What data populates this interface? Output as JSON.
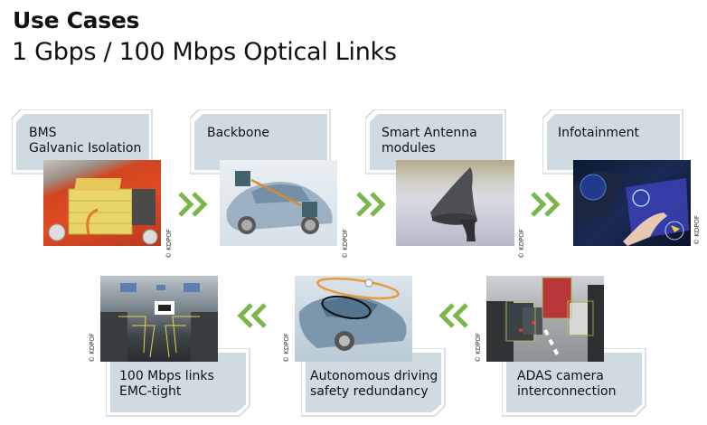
{
  "header": {
    "title": "Use Cases",
    "subtitle": "1 Gbps / 100 Mbps Optical Links"
  },
  "colors": {
    "label_fill": "#cfdbe0",
    "label_border": "#b7c7cf",
    "arrow": "#7ab648"
  },
  "copyright": "© KDPOF",
  "top_row": [
    {
      "label_line1": "BMS",
      "label_line2": "Galvanic Isolation",
      "image": "battery-pack-in-car-photo"
    },
    {
      "label_line1": "Backbone",
      "label_line2": "",
      "image": "transparent-car-backbone-photo"
    },
    {
      "label_line1": "Smart Antenna",
      "label_line2": "modules",
      "image": "shark-fin-antenna-photo"
    },
    {
      "label_line1": "Infotainment",
      "label_line2": "",
      "image": "dashboard-touchscreen-photo"
    }
  ],
  "bottom_row": [
    {
      "label_line1": "100 Mbps links",
      "label_line2": "EMC-tight",
      "image": "bus-interior-links-photo"
    },
    {
      "label_line1": "Autonomous driving",
      "label_line2": "safety redundancy",
      "image": "car-redundancy-rings-photo"
    },
    {
      "label_line1": "ADAS camera",
      "label_line2": "interconnection",
      "image": "traffic-adas-camera-photo"
    }
  ],
  "arrows": {
    "top": "double-chevron-right",
    "bottom": "double-chevron-left"
  }
}
